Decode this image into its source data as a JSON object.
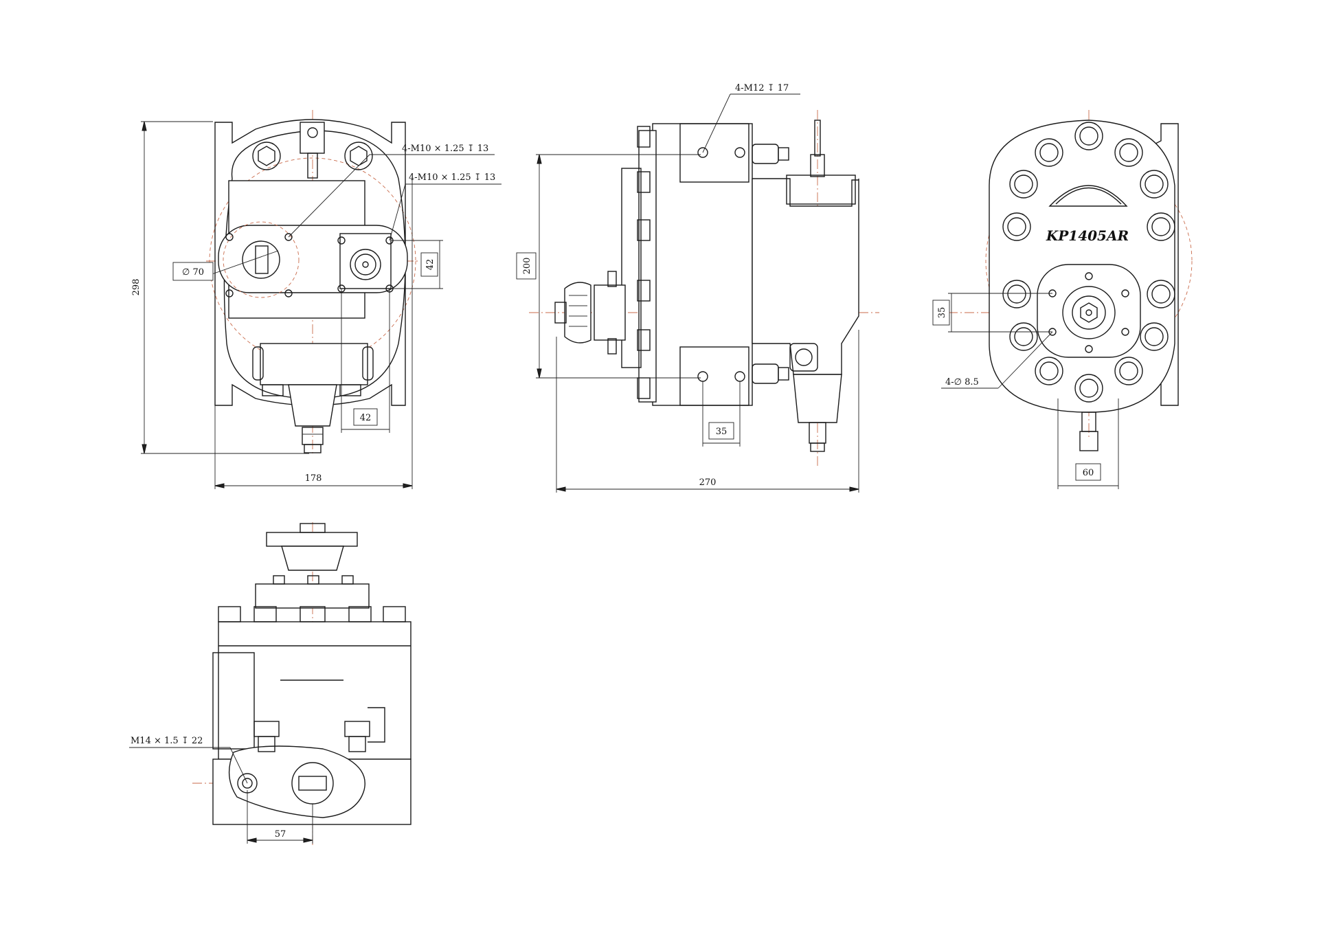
{
  "front_view": {
    "dim_height": "298",
    "dim_width": "178",
    "dim_port_height": "42",
    "dim_port_width": "42",
    "dim_flange_diameter": "∅ 70",
    "thread_callout_1": "4-M10 × 1.25 ↧ 13",
    "thread_callout_2": "4-M10 × 1.25 ↧ 13"
  },
  "side_view": {
    "dim_length": "270",
    "dim_height": "200",
    "dim_offset": "35",
    "thread_callout": "4-M12 ↧ 17"
  },
  "rear_view": {
    "model_label": "KP1405AR",
    "dim_shaft_offset": "35",
    "dim_bolt_spacing": "60",
    "hole_callout": "4-∅ 8.5"
  },
  "top_view": {
    "dim_port_offset": "57",
    "thread_callout": "M14 × 1.5 ↧ 22"
  },
  "colors": {
    "line": "#1a1a1a",
    "centerline": "#c96a4a",
    "background": "#ffffff"
  }
}
